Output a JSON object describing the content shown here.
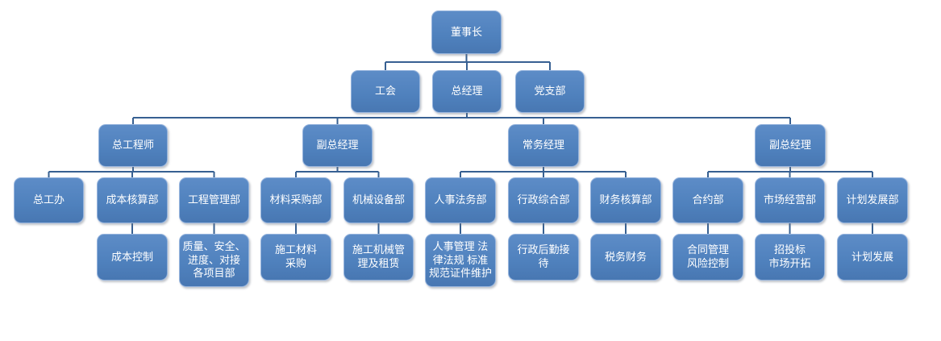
{
  "diagram": {
    "type": "org-chart",
    "colors": {
      "background": "#ffffff",
      "node_fill": "#4f81bd",
      "node_fill_light": "#5d8cc7",
      "node_border": "#96b4dd",
      "connector": "#376092",
      "text": "#ffffff"
    },
    "nodes": [
      {
        "id": "chairman",
        "label": "董事长",
        "level": 1,
        "parent": null
      },
      {
        "id": "labor-union",
        "label": "工会",
        "level": 2,
        "parent": "chairman"
      },
      {
        "id": "general-manager",
        "label": "总经理",
        "level": 2,
        "parent": "chairman"
      },
      {
        "id": "party-branch",
        "label": "党支部",
        "level": 2,
        "parent": "chairman"
      },
      {
        "id": "chief-engineer",
        "label": "总工程师",
        "level": 3,
        "parent": "general-manager"
      },
      {
        "id": "deputy-gm-left",
        "label": "副总经理",
        "level": 3,
        "parent": "general-manager"
      },
      {
        "id": "executive-manager",
        "label": "常务经理",
        "level": 3,
        "parent": "general-manager"
      },
      {
        "id": "deputy-gm-right",
        "label": "副总经理",
        "level": 3,
        "parent": "general-manager"
      },
      {
        "id": "chief-engineer-office",
        "label": "总工办",
        "level": 4,
        "parent": "chief-engineer"
      },
      {
        "id": "cost-accounting-dept",
        "label": "成本核算部",
        "level": 4,
        "parent": "chief-engineer"
      },
      {
        "id": "engineering-mgmt-dept",
        "label": "工程管理部",
        "level": 4,
        "parent": "chief-engineer"
      },
      {
        "id": "material-procurement-dept",
        "label": "材料采购部",
        "level": 4,
        "parent": "deputy-gm-left"
      },
      {
        "id": "machinery-equipment-dept",
        "label": "机械设备部",
        "level": 4,
        "parent": "deputy-gm-left"
      },
      {
        "id": "hr-legal-dept",
        "label": "人事法务部",
        "level": 4,
        "parent": "executive-manager"
      },
      {
        "id": "admin-general-dept",
        "label": "行政综合部",
        "level": 4,
        "parent": "executive-manager"
      },
      {
        "id": "finance-accounting-dept",
        "label": "财务核算部",
        "level": 4,
        "parent": "executive-manager"
      },
      {
        "id": "contract-dept",
        "label": "合约部",
        "level": 4,
        "parent": "deputy-gm-right"
      },
      {
        "id": "market-operation-dept",
        "label": "市场经营部",
        "level": 4,
        "parent": "deputy-gm-right"
      },
      {
        "id": "planning-development-dept",
        "label": "计划发展部",
        "level": 4,
        "parent": "deputy-gm-right"
      },
      {
        "id": "cost-control",
        "label": "成本控制",
        "level": 5,
        "parent": "cost-accounting-dept"
      },
      {
        "id": "quality-safety-schedule",
        "label": "质量、安全、\n进度、对接\n各项目部",
        "level": 5,
        "parent": "engineering-mgmt-dept"
      },
      {
        "id": "construction-material-procurement",
        "label": "施工材料\n采购",
        "level": 5,
        "parent": "material-procurement-dept"
      },
      {
        "id": "construction-machinery-mgmt-leasing",
        "label": "施工机械管\n理及租赁",
        "level": 5,
        "parent": "machinery-equipment-dept"
      },
      {
        "id": "hr-legal-functions",
        "label": "人事管理 法\n律法规 标准\n规范证件维护",
        "level": 5,
        "parent": "hr-legal-dept"
      },
      {
        "id": "admin-logistics-reception",
        "label": "行政后勤接\n待",
        "level": 5,
        "parent": "admin-general-dept"
      },
      {
        "id": "tax-finance",
        "label": "税务财务",
        "level": 5,
        "parent": "finance-accounting-dept"
      },
      {
        "id": "contract-mgmt-risk-control",
        "label": "合同管理\n风险控制",
        "level": 5,
        "parent": "contract-dept"
      },
      {
        "id": "bidding-market-development",
        "label": "招投标\n市场开拓",
        "level": 5,
        "parent": "market-operation-dept"
      },
      {
        "id": "planning-development",
        "label": "计划发展",
        "level": 5,
        "parent": "planning-development-dept"
      }
    ]
  }
}
